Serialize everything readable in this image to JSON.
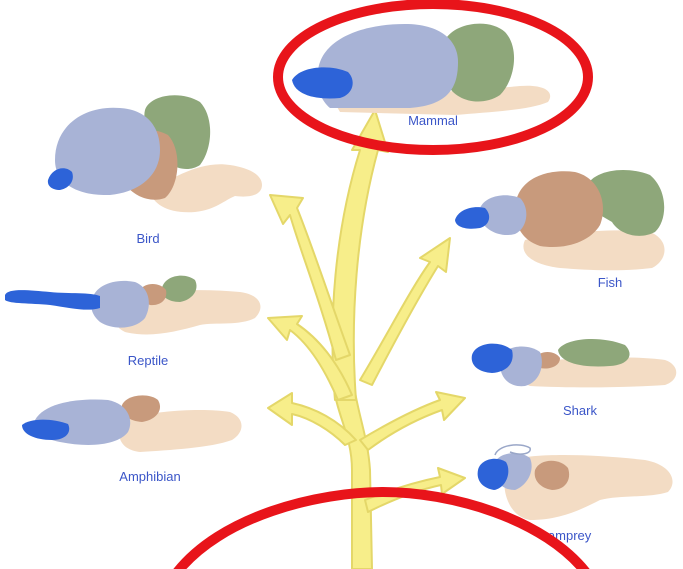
{
  "labels": {
    "mammal": "Mammal",
    "bird": "Bird",
    "reptile": "Reptile",
    "amphibian": "Amphibian",
    "fish": "Fish",
    "shark": "Shark",
    "lamprey": "Lamprey"
  },
  "highlight": {
    "target": "Mammal",
    "color": "#e8141a"
  },
  "colors": {
    "tree": "#f7ee8a",
    "tree_outline": "#e4d769",
    "olfactory_bulb": "#2d63d8",
    "cerebrum": "#a8b3d6",
    "cerebellum": "#8ea77a",
    "midbrain": "#c89a7c",
    "brainstem": "#f3dcc4",
    "label_text": "#3b56c8"
  }
}
